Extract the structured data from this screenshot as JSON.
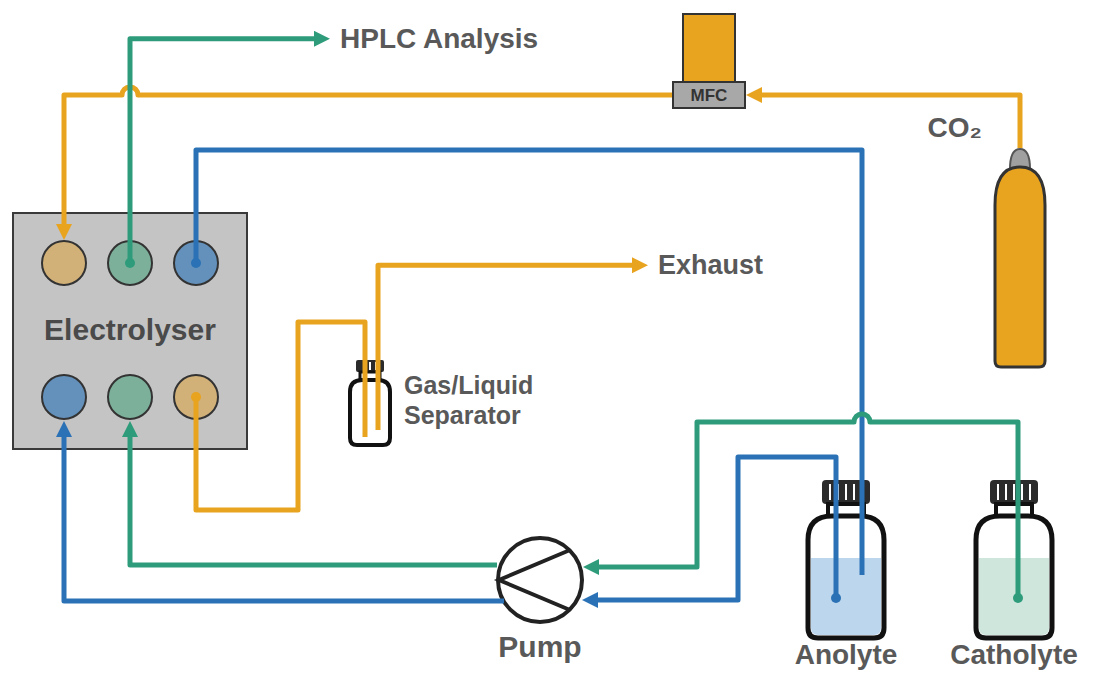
{
  "diagram": {
    "nodes": [
      {
        "text": [
          "HPLC Analysis"
        ]
      },
      {
        "text": [
          "MFC"
        ]
      },
      {
        "text": [
          "CO₂"
        ]
      },
      {
        "text": [
          "Electrolyser"
        ]
      },
      {
        "text": [
          "Exhaust"
        ]
      },
      {
        "text": [
          "Gas/Liquid Separator"
        ]
      },
      {
        "text": [
          "Pump"
        ]
      },
      {
        "text": [
          "Anolyte"
        ]
      },
      {
        "text": [
          "Catholyte"
        ]
      }
    ],
    "edges": [
      {
        "from": 2,
        "to": 1,
        "arrow": "to"
      },
      {
        "from": 1,
        "to": 3,
        "arrow": "to"
      },
      {
        "from": 3,
        "to": 0,
        "arrow": "to"
      },
      {
        "from": 3,
        "to": 7,
        "arrow": "none"
      },
      {
        "from": 3,
        "to": 5,
        "arrow": "none"
      },
      {
        "from": 5,
        "to": 4,
        "arrow": "to"
      },
      {
        "from": 7,
        "to": 6,
        "arrow": "to"
      },
      {
        "from": 8,
        "to": 6,
        "arrow": "to"
      },
      {
        "from": 6,
        "to": 3,
        "arrow": "to"
      },
      {
        "from": 6,
        "to": 3,
        "arrow": "to"
      }
    ]
  }
}
